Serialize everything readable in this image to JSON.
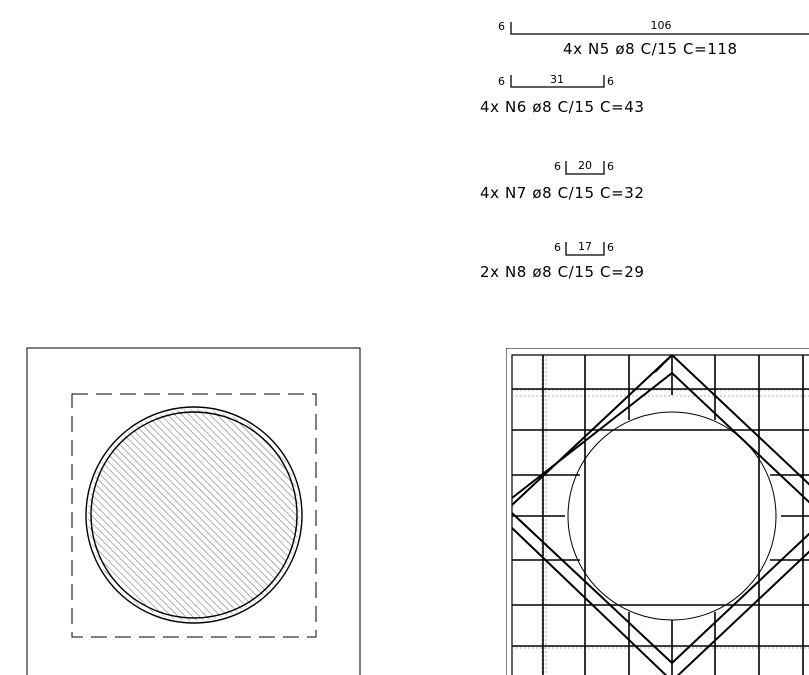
{
  "rebar_schedule": [
    {
      "id": "N5",
      "label": "4x  N5  ø8  C/15  C=118",
      "dims": {
        "left": "6",
        "mid": "106",
        "right": ""
      }
    },
    {
      "id": "N6",
      "label": "4x  N6  ø8  C/15  C=43",
      "dims": {
        "left": "6",
        "mid": "31",
        "right": "6"
      }
    },
    {
      "id": "N7",
      "label": "4x  N7  ø8  C/15  C=32",
      "dims": {
        "left": "6",
        "mid": "20",
        "right": "6"
      }
    },
    {
      "id": "N8",
      "label": "2x  N8  ø8  C/15  C=29",
      "dims": {
        "left": "6",
        "mid": "17",
        "right": "6"
      }
    }
  ],
  "colors": {
    "line": "#000000",
    "hatch": "#8a8a8a",
    "grid_dotted": "#9a9a9a",
    "background": "#ffffff"
  }
}
